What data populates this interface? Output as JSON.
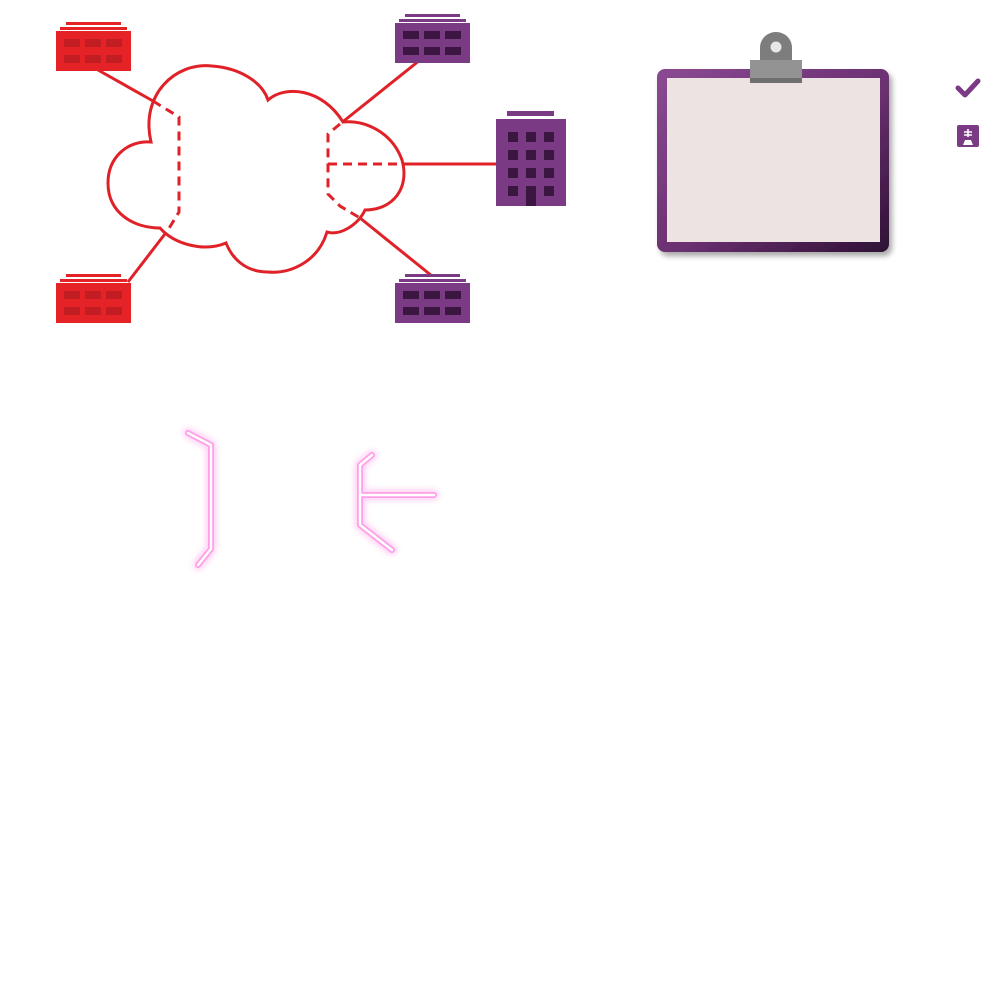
{
  "colors": {
    "network_line": "#e02228",
    "branch_red": "#e52226",
    "branch_red_window": "#c31d24",
    "office_purple": "#7b3a84",
    "office_purple_window": "#3a1640",
    "clipboard_frame_light": "#8a4a92",
    "clipboard_frame_dark": "#3a1640",
    "clipboard_paper": "#ede3e3",
    "clip_gray": "#8f8f8f",
    "glow_stroke": "#ffb3f0",
    "glow_core": "#ffffff"
  },
  "icons": {
    "network_cloud": "cloud-icon",
    "branch_site": "branch-building-icon",
    "office_site": "office-building-icon",
    "headquarters": "tower-building-icon",
    "clipboard": "clipboard-icon",
    "approve": "checkmark-icon",
    "small_tool": "tool-badge-icon",
    "glow_left": "neon-bracket-icon",
    "glow_right": "neon-branch-icon"
  },
  "diagram": {
    "nodes": [
      {
        "id": "branch-top-left",
        "kind": "branch",
        "color": "red"
      },
      {
        "id": "branch-bottom-left",
        "kind": "branch",
        "color": "red"
      },
      {
        "id": "office-top",
        "kind": "branch",
        "color": "purple"
      },
      {
        "id": "office-bottom",
        "kind": "branch",
        "color": "purple"
      },
      {
        "id": "headquarters",
        "kind": "tower",
        "color": "purple"
      }
    ],
    "links": [
      {
        "from": "network-cloud",
        "to": "branch-top-left",
        "style": "solid-then-dashed"
      },
      {
        "from": "network-cloud",
        "to": "branch-bottom-left",
        "style": "solid-then-dashed"
      },
      {
        "from": "network-cloud",
        "to": "office-top",
        "style": "solid-then-dashed"
      },
      {
        "from": "network-cloud",
        "to": "office-bottom",
        "style": "solid-then-dashed"
      },
      {
        "from": "network-cloud",
        "to": "headquarters",
        "style": "solid-then-dashed"
      }
    ]
  }
}
